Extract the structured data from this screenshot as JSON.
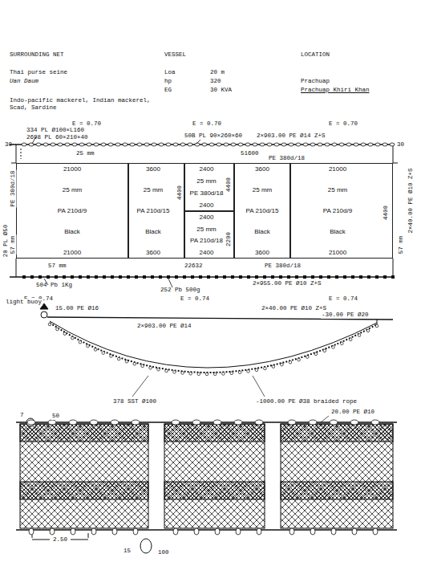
{
  "diagram": {
    "nodes": [
      {
        "text": [
          "21000",
          "25 mm",
          "PA 210d/9",
          "Black",
          "21000"
        ]
      },
      {
        "text": [
          "3600",
          "25 mm",
          "PA 210d/15",
          "Black",
          "3600"
        ]
      },
      {
        "text": [
          "2400",
          "25 mm",
          "PE 380d/18",
          "2400"
        ]
      },
      {
        "text": [
          "2400",
          "25 mm",
          "PA 210d/18",
          "2400"
        ]
      },
      {
        "text": [
          "3600",
          "25 mm",
          "PA 210d/15",
          "Black",
          "3600"
        ]
      },
      {
        "text": [
          "21000",
          "25 mm",
          "PA 210d/9",
          "Black",
          "21000"
        ]
      }
    ],
    "labels": [
      "SURROUNDING NET",
      "VESSEL",
      "LOCATION",
      "Thai purse seine",
      "Uan Daum",
      "Loa",
      "20 m",
      "hp",
      "320",
      "EG",
      "30 KVA",
      "Prachuap",
      "Prachuap Khiri Khan",
      "Indo-pacific mackerel, Indian mackerel, Scad, Sardine",
      "E = 0.70",
      "E = 0.70",
      "E = 0.70",
      "334 PL Ø100×L160",
      "2698 PL 60×210×40",
      "50B PL 90×260×60",
      "2×903.00 PE Ø14 Z+S",
      "30",
      "30",
      "25 mm",
      "51600",
      "PE 380d/18",
      "20 PL Ø50",
      "57 mm",
      "PE 380d/18",
      "4400",
      "4400",
      "2200",
      "4400",
      "2×40.00 PE Ø10 Z+S",
      "57 mm",
      "57 mm",
      "22632",
      "PE 380d/18",
      "504 Pb 1Kg",
      "252 Pb 500g",
      "2×955.00 PE Ø10 Z+S",
      "E = 0.74",
      "E = 0.74",
      "E = 0.74",
      "light buoy",
      "15.00 PE Ø16",
      "2×40.00 PE Ø10 Z+S",
      "-30.00 PE Ø20",
      "2×903.00 PE Ø14",
      "378 SST Ø100",
      "-1000.00 PE Ø38 braided rope",
      "7",
      "50",
      "20.00 PE Ø10",
      "2.50",
      "15",
      "100"
    ]
  }
}
